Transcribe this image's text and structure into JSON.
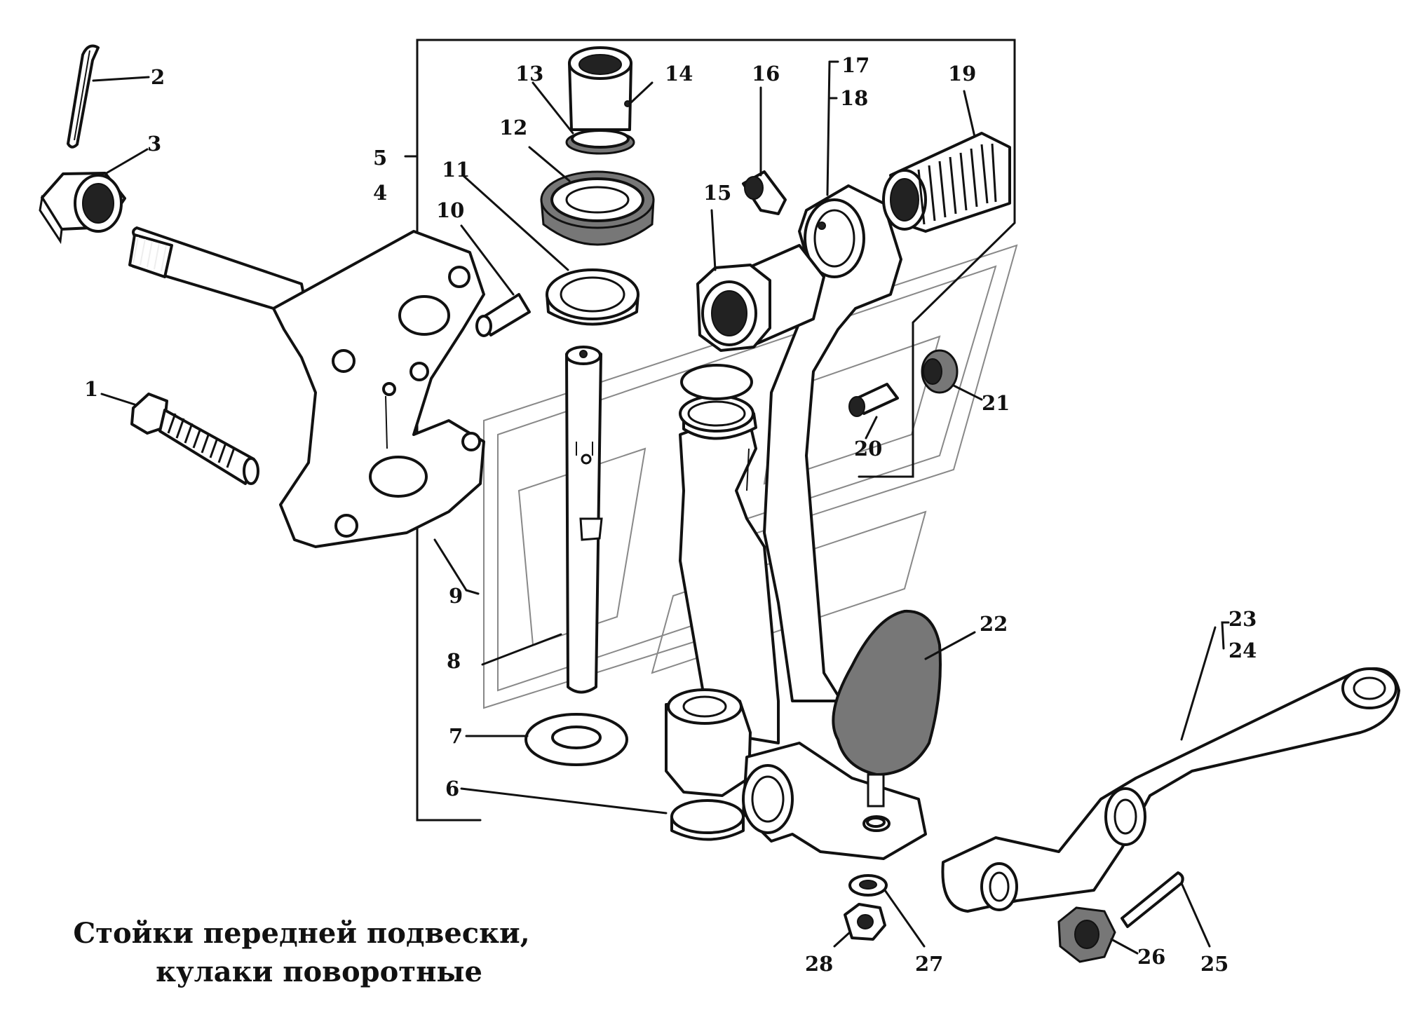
{
  "title": {
    "line1": "Стойки передней подвески,",
    "line2": "кулаки поворотные"
  },
  "labels": {
    "n1": "1",
    "n2": "2",
    "n3": "3",
    "n4": "4",
    "n5": "5",
    "n6": "6",
    "n7": "7",
    "n8": "8",
    "n9": "9",
    "n10": "10",
    "n11": "11",
    "n12": "12",
    "n13": "13",
    "n14": "14",
    "n15": "15",
    "n16": "16",
    "n17": "17",
    "n18": "18",
    "n19": "19",
    "n20": "20",
    "n21": "21",
    "n22": "22",
    "n23": "23",
    "n24": "24",
    "n25": "25",
    "n26": "26",
    "n27": "27",
    "n28": "28"
  }
}
